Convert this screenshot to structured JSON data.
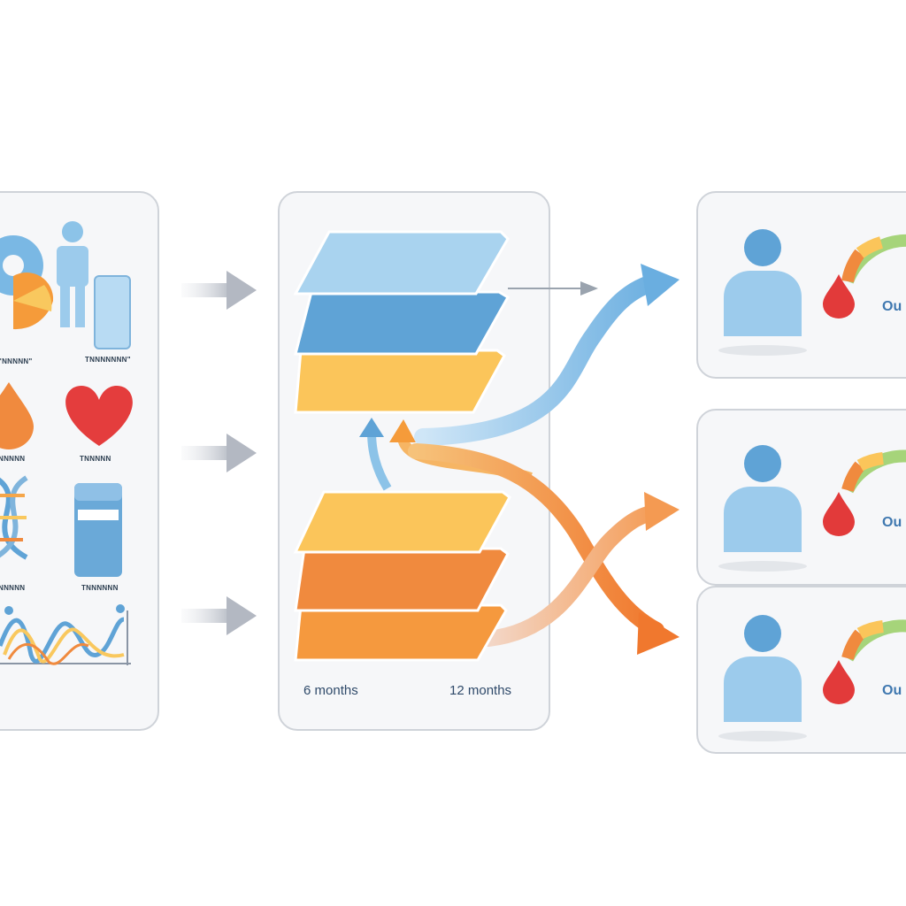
{
  "inputs": {
    "labels": [
      "\"NNNNN\"",
      "TNNNNNNN\"",
      "NNNNN",
      "TNNNNN",
      "NNNNN",
      "TNNNNNN"
    ]
  },
  "model": {
    "horizon_left": "6 months",
    "horizon_right": "12 months"
  },
  "outputs": [
    {
      "text": "Ou"
    },
    {
      "text": "Ou"
    },
    {
      "text": "Ou"
    }
  ],
  "colors": {
    "light_blue": "#a9d3ef",
    "mid_blue": "#5fa3d6",
    "yellow": "#fbc55a",
    "orange": "#f08a3e",
    "red": "#e23a3a",
    "panel_border": "#cfd3d9"
  }
}
